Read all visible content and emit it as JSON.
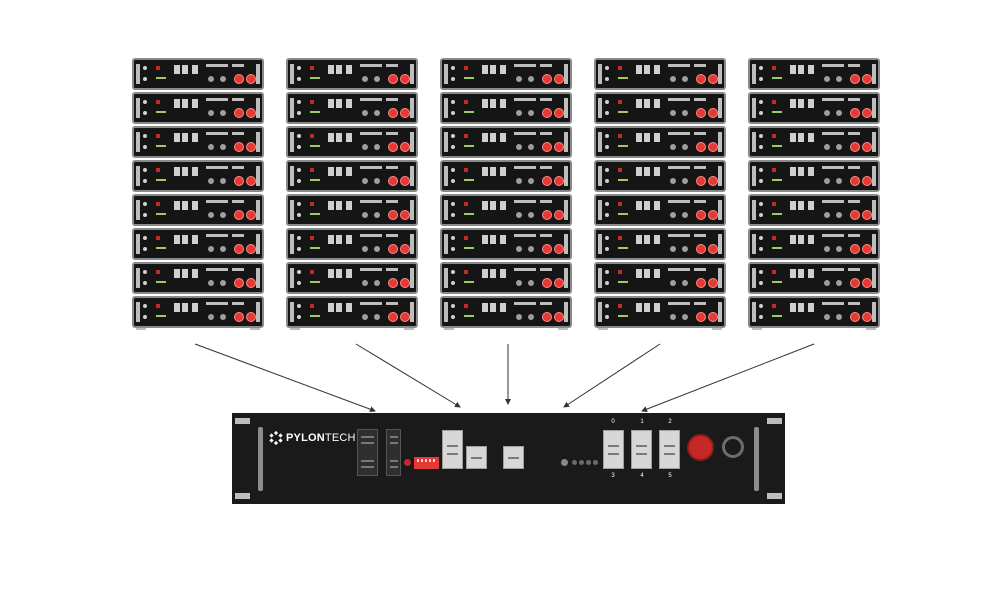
{
  "diagram": {
    "battery_stacks": [
      {
        "modules": 8
      },
      {
        "modules": 8
      },
      {
        "modules": 8
      },
      {
        "modules": 8
      },
      {
        "modules": 8
      }
    ],
    "connections": [
      {
        "from_stack": 0,
        "to": "controller"
      },
      {
        "from_stack": 1,
        "to": "controller"
      },
      {
        "from_stack": 2,
        "to": "controller"
      },
      {
        "from_stack": 3,
        "to": "controller"
      },
      {
        "from_stack": 4,
        "to": "controller"
      }
    ],
    "controller": {
      "brand_bold": "PYLON",
      "brand_light": "TECH",
      "port_numbers_top": [
        "0",
        "1",
        "2"
      ],
      "port_numbers_bottom": [
        "3",
        "4",
        "5"
      ]
    },
    "colors": {
      "module_body": "#151515",
      "terminal": "#e53935",
      "controller_body": "#1a1a1a",
      "power_button": "#c62828",
      "wire": "#333333"
    }
  }
}
